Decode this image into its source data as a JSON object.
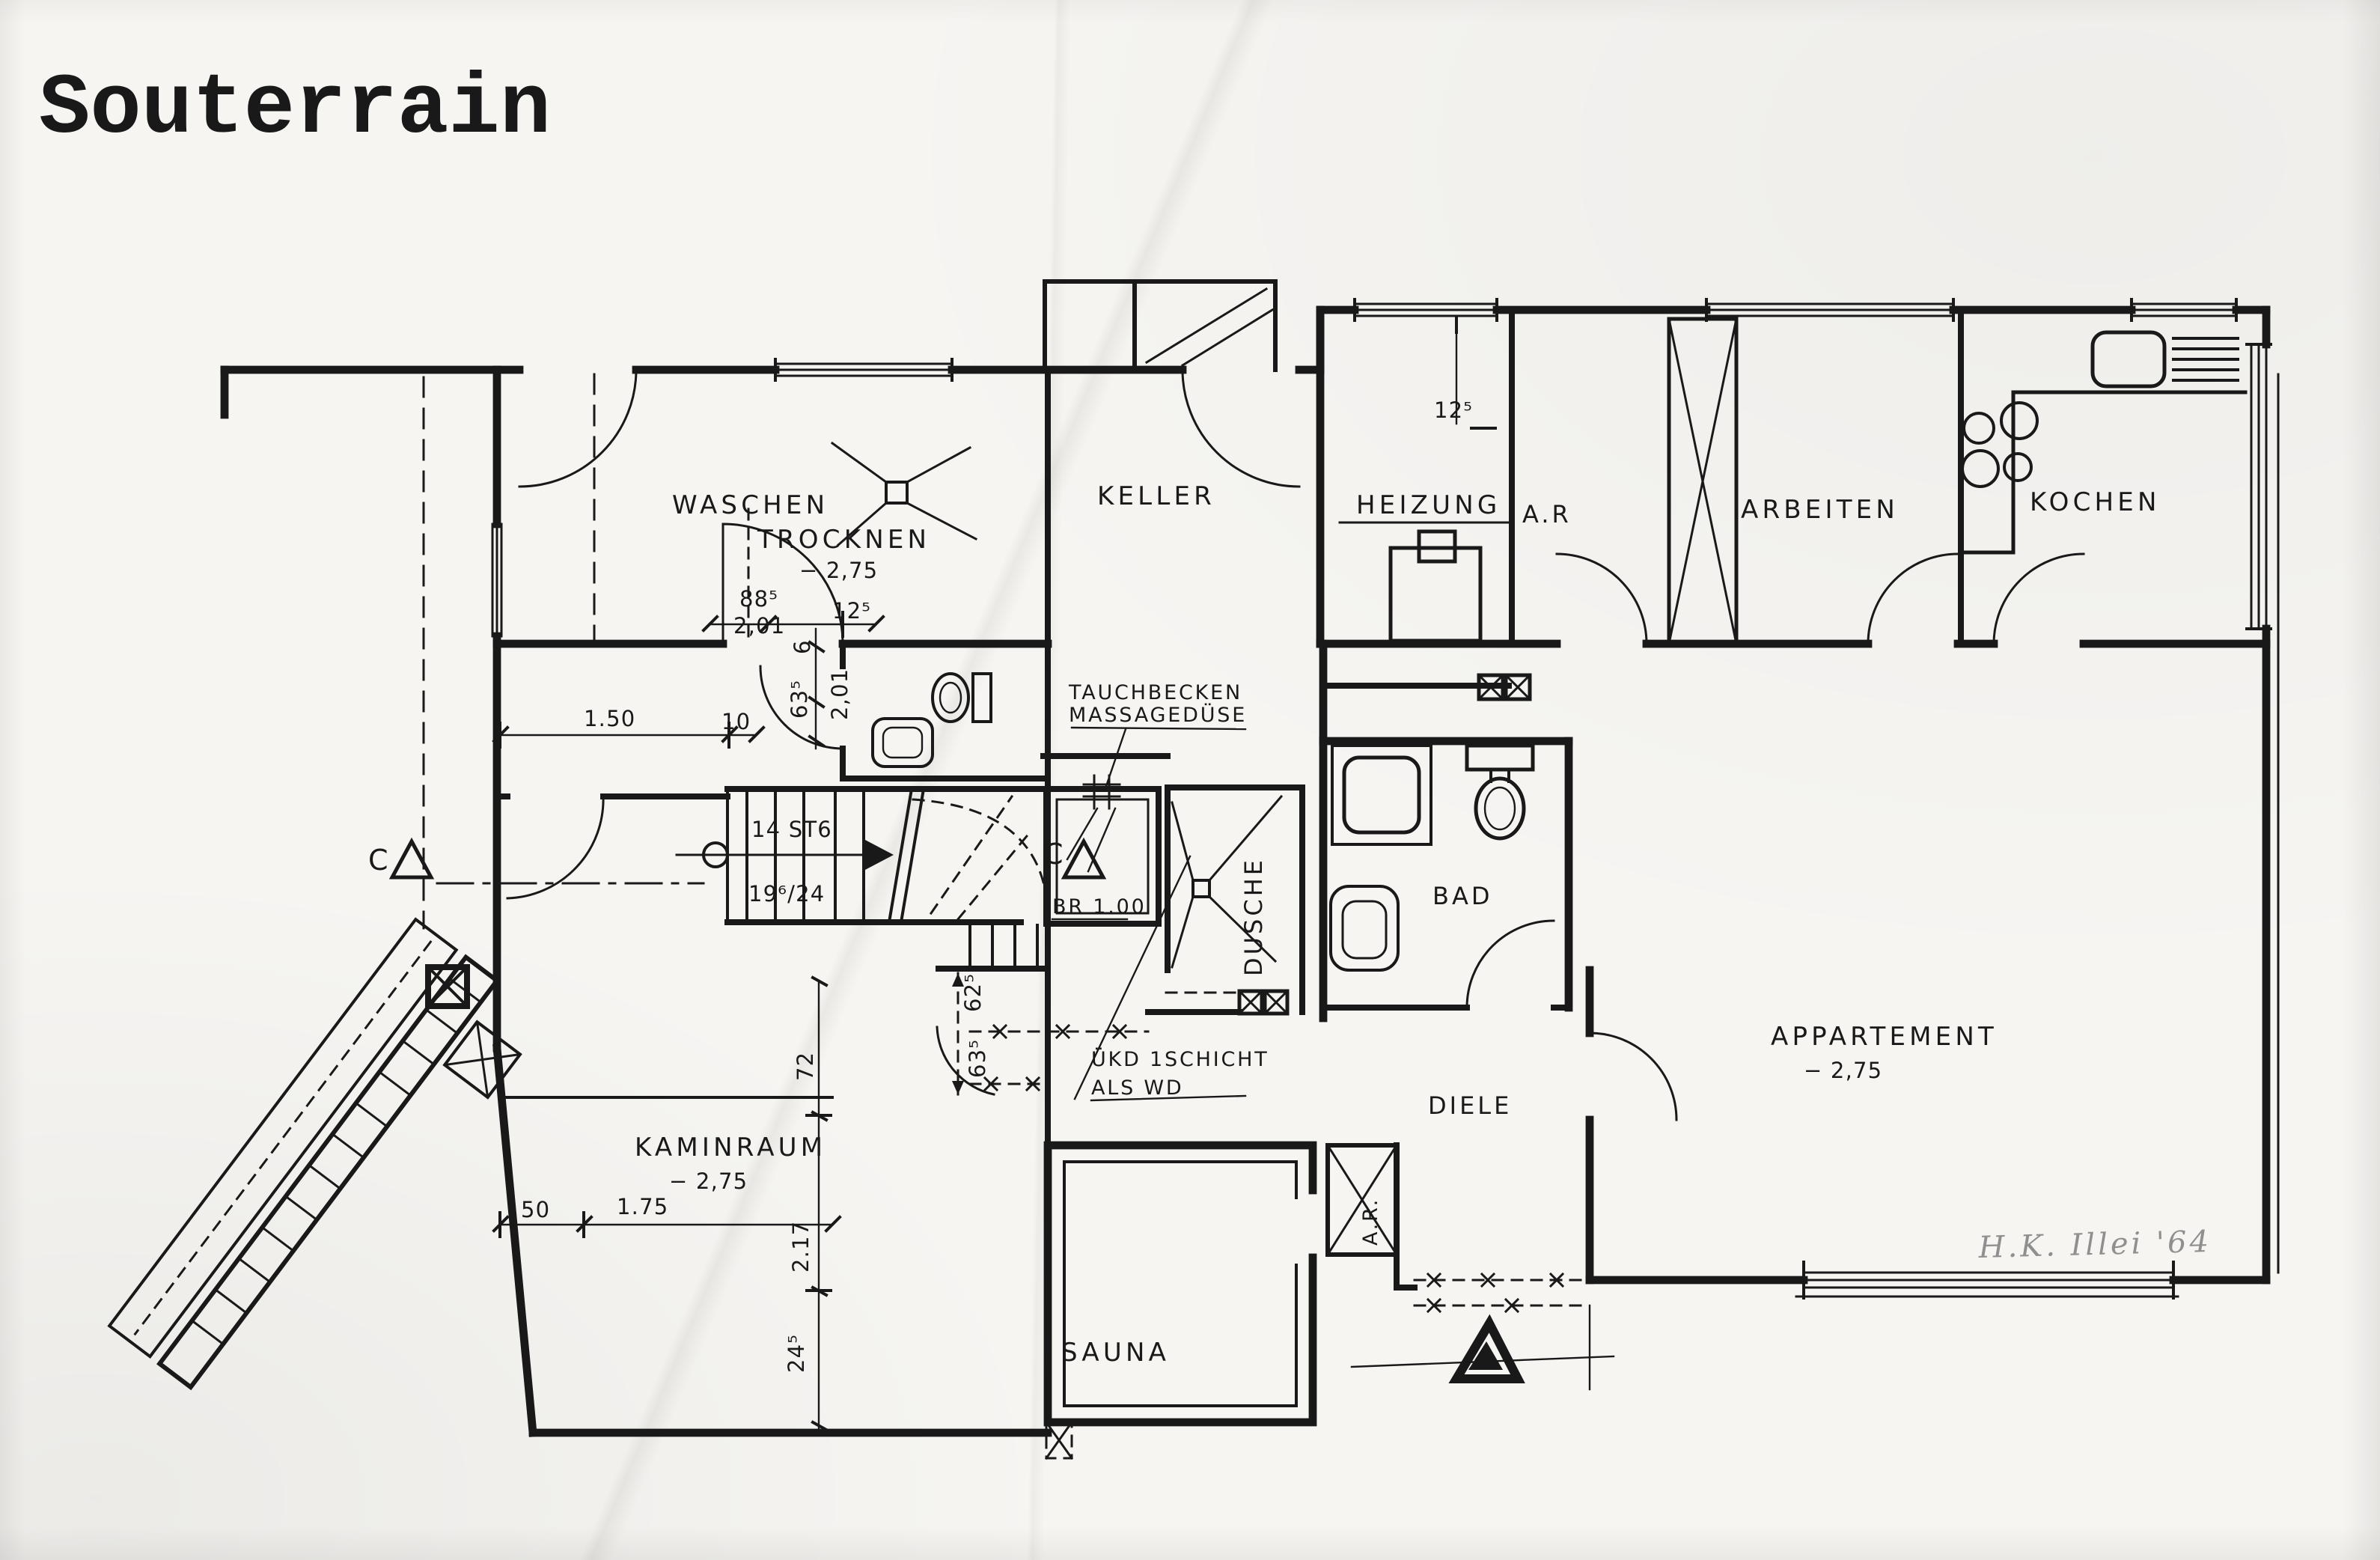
{
  "title": "Souterrain",
  "rooms": {
    "waschen": "WASCHEN",
    "trocknen": "TROCKNEN",
    "keller": "KELLER",
    "heizung": "HEIZUNG",
    "abstellraum_og": "A.R",
    "arbeiten": "ARBEITEN",
    "kochen": "KOCHEN",
    "dusche": "DUSCHE",
    "bad": "BAD",
    "appartement": "APPARTEMENT",
    "diele": "DIELE",
    "abstellraum_diele": "A.R.",
    "kaminraum": "KAMINRAUM",
    "sauna": "SAUNA"
  },
  "levels": {
    "waschen": "− 2,75",
    "kaminraum": "− 2,75",
    "appartement": "− 2,75"
  },
  "annotations": {
    "tauchbecken_1": "TAUCHBECKEN",
    "tauchbecken_2": "MASSAGEDÜSE",
    "bruestung": "BR 1.00",
    "ukd_1": "ÜKD 1SCHICHT",
    "ukd_2": "ALS WD",
    "stair_count": "14 ST6",
    "stair_ratio": "19⁶/24",
    "section_left": "C",
    "section_mid": "C",
    "handwriting": "H.K. Illei '64"
  },
  "dimensions": {
    "door_width": "1.50",
    "wall_10": "10",
    "d_885": "88⁵",
    "d_201_a": "2,01",
    "d_125_trocknen": "12⁵",
    "d_125_heizung": "12⁵",
    "d_6": "6",
    "d_635_wc": "63⁵",
    "d_201_wc": "2,01",
    "d_72": "72",
    "d_625": "62⁵",
    "d_635_stair": "63⁵",
    "d_217": "2.17",
    "d_245": "24⁵",
    "d_50": "50",
    "d_175": "1.75"
  }
}
